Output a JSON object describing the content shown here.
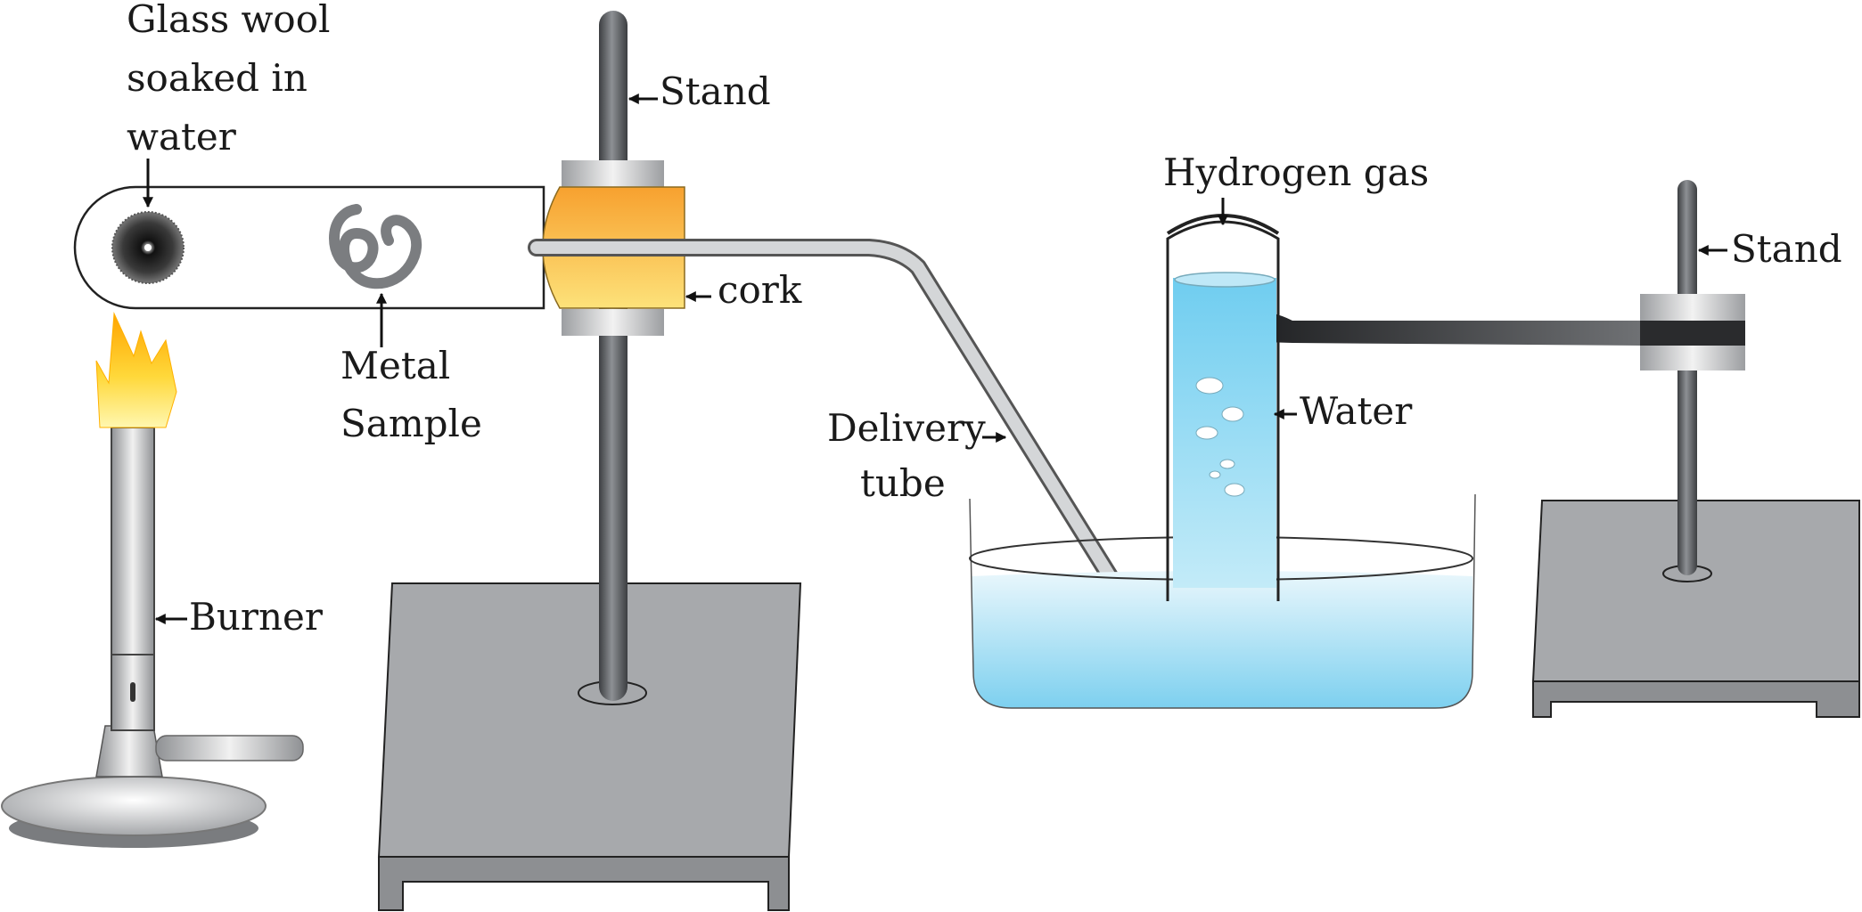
{
  "labels": {
    "glass_wool_line1": "Glass wool",
    "glass_wool_line2": "soaked in",
    "glass_wool_line3": "water",
    "stand_left": "Stand",
    "stand_right": "Stand",
    "cork": "cork",
    "metal_sample_line1": "Metal",
    "metal_sample_line2": "Sample",
    "hydrogen_gas": "Hydrogen gas",
    "water": "Water",
    "delivery_tube_line1": "Delivery",
    "delivery_tube_line2": "tube",
    "burner": "Burner"
  },
  "colors": {
    "stand_base": "#a7a9ac",
    "stand_rod": "#4d4f52",
    "flame_outer": "#ffb000",
    "flame_inner": "#fff27a",
    "cork": "#f8b63a",
    "water_dark": "#5ec7ee",
    "water_light": "#e6f6fc",
    "clamp_arm": "#1e1f21"
  }
}
